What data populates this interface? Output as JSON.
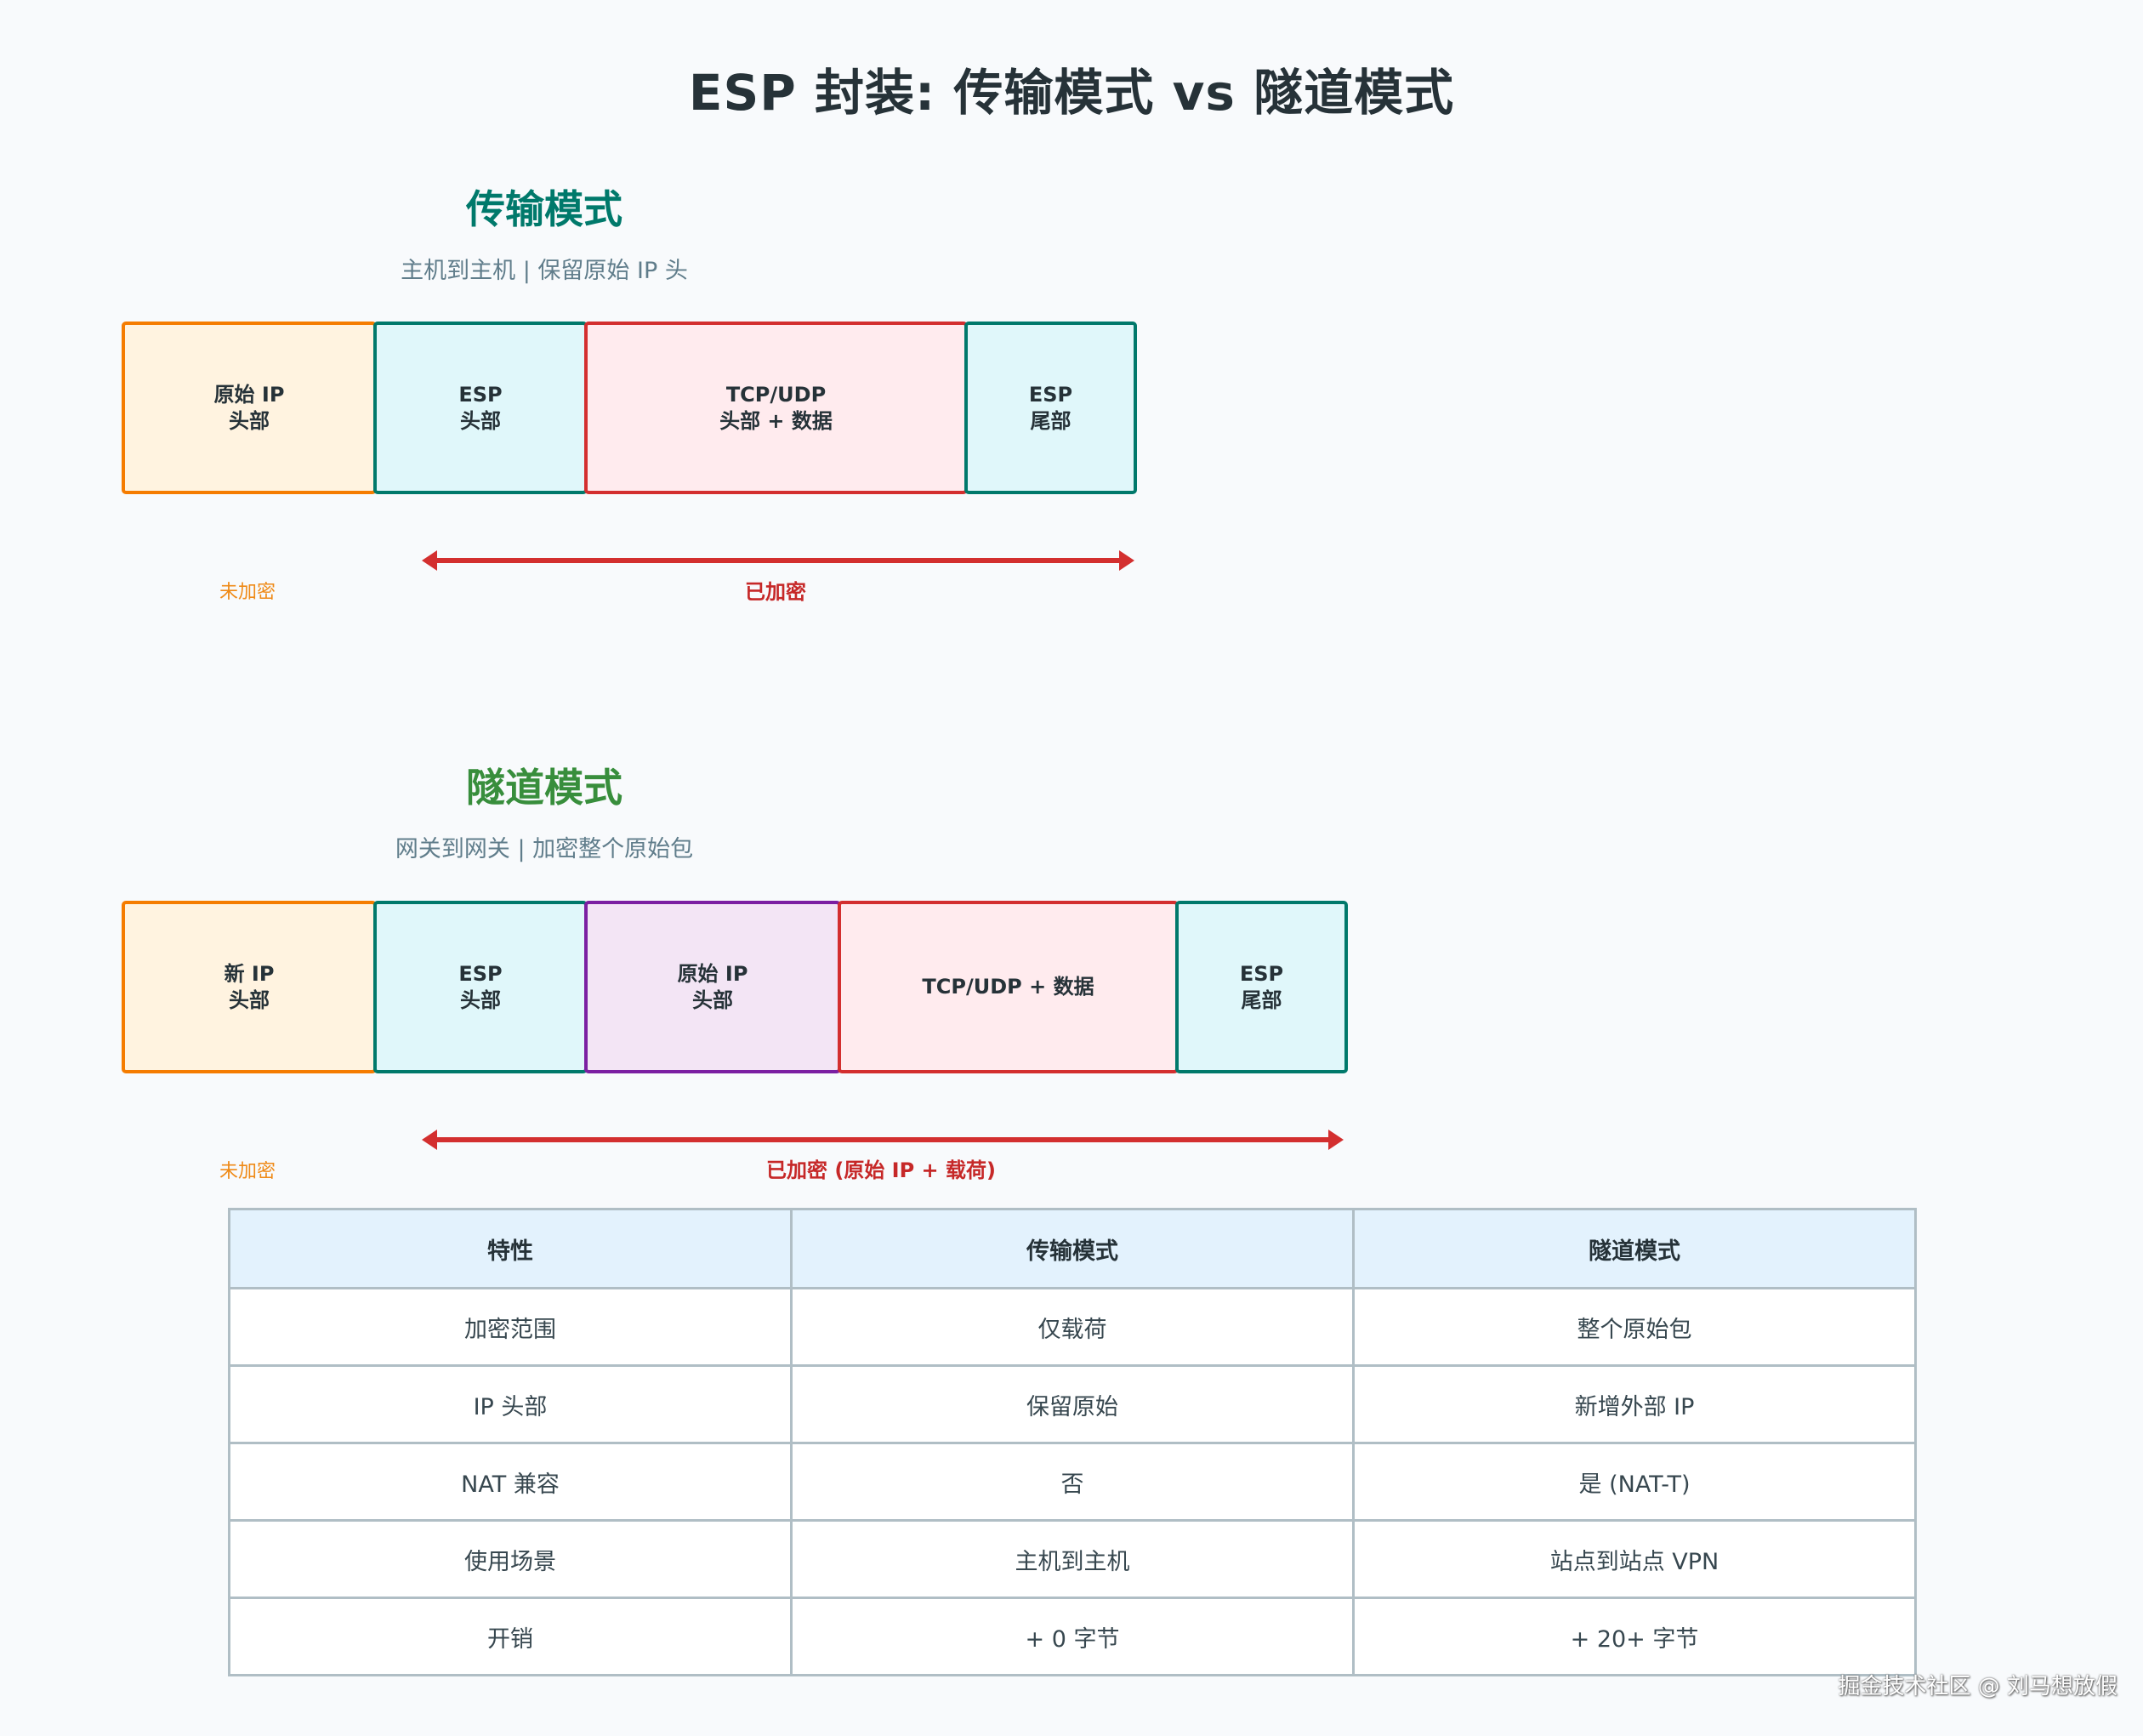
{
  "title": "ESP 封装: 传输模式 vs 隧道模式",
  "colors": {
    "background": "#f8fafc",
    "transport_title": "#00796b",
    "tunnel_title": "#388e3c",
    "ip_header_border": "#f57c00",
    "ip_header_fill": "#fff3e0",
    "esp_border": "#00796b",
    "esp_fill": "#e0f7fa",
    "payload_border": "#d32f2f",
    "payload_fill": "#ffebee",
    "inner_ip_border": "#7b1fa2",
    "inner_ip_fill": "#f3e5f5",
    "encrypted_arrow": "#d32f2f",
    "unencrypted_label": "#ef8a17",
    "table_header_fill": "#e3f2fd",
    "table_border": "#b0bec5"
  },
  "transport": {
    "title": "传输模式",
    "subtitle": "主机到主机 | 保留原始 IP 头",
    "blocks": [
      {
        "label": "原始 IP\n头部",
        "type": "ip-header"
      },
      {
        "label": "ESP\n头部",
        "type": "esp"
      },
      {
        "label": "TCP/UDP\n头部 + 数据",
        "type": "payload"
      },
      {
        "label": "ESP\n尾部",
        "type": "esp"
      }
    ],
    "unencrypted_label": "未加密",
    "encrypted_label": "已加密"
  },
  "tunnel": {
    "title": "隧道模式",
    "subtitle": "网关到网关 | 加密整个原始包",
    "blocks": [
      {
        "label": "新 IP\n头部",
        "type": "ip-header"
      },
      {
        "label": "ESP\n头部",
        "type": "esp"
      },
      {
        "label": "原始 IP\n头部",
        "type": "inner-ip"
      },
      {
        "label": "TCP/UDP + 数据",
        "type": "payload"
      },
      {
        "label": "ESP\n尾部",
        "type": "esp"
      }
    ],
    "unencrypted_label": "未加密",
    "encrypted_label": "已加密 (原始 IP + 载荷)"
  },
  "table": {
    "headers": [
      "特性",
      "传输模式",
      "隧道模式"
    ],
    "rows": [
      [
        "加密范围",
        "仅载荷",
        "整个原始包"
      ],
      [
        "IP 头部",
        "保留原始",
        "新增外部 IP"
      ],
      [
        "NAT 兼容",
        "否",
        "是 (NAT-T)"
      ],
      [
        "使用场景",
        "主机到主机",
        "站点到站点 VPN"
      ],
      [
        "开销",
        "+ 0 字节",
        "+ 20+ 字节"
      ]
    ]
  },
  "watermark": "掘金技术社区 @ 刘马想放假"
}
